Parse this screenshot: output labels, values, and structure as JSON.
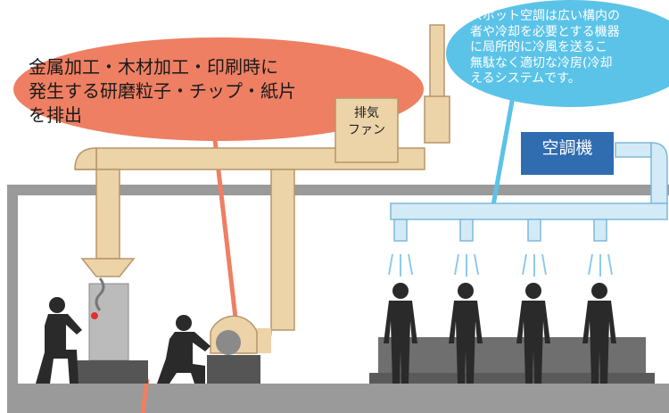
{
  "callout_left": {
    "lines": [
      "金属加工・木材加工・印刷時に",
      "発生する研磨粒子・チップ・紙片",
      "を排出"
    ]
  },
  "callout_right": {
    "lines": [
      "スポット空調は広い構内の",
      "者や冷却を必要とする機器",
      "に局所的に冷風を送るこ",
      "無駄なく適切な冷房(冷却",
      "えるシステムです。"
    ]
  },
  "exhaust_fan": {
    "lines": [
      "排気",
      "ファン"
    ]
  },
  "air_conditioner": {
    "label": "空調機"
  },
  "colors": {
    "duct": "#ecd3a8",
    "duct_outline": "#b8956a",
    "callout_left": "#ee7f63",
    "callout_right": "#5bc3e8",
    "ac_unit": "#2f6cb0",
    "cool_duct": "#d3eaf7",
    "building": "#9a9a9a",
    "silhouette": "#2a2a2a"
  }
}
